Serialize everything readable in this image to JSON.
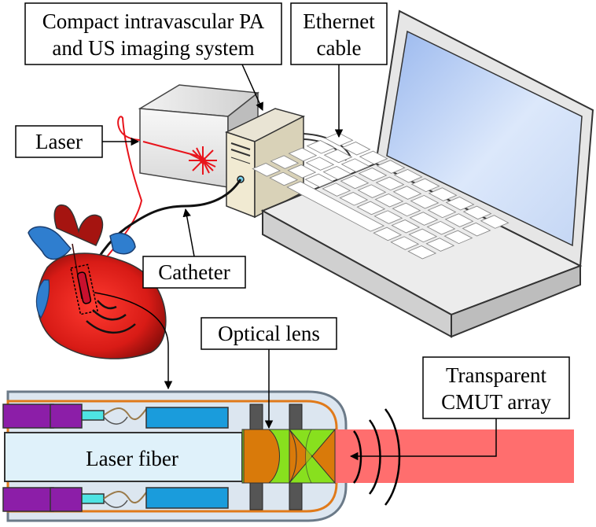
{
  "labels": {
    "system_line1": "Compact intravascular PA",
    "system_line2": "and US imaging system",
    "ethernet_line1": "Ethernet",
    "ethernet_line2": "cable",
    "laser": "Laser",
    "catheter": "Catheter",
    "optical_lens": "Optical lens",
    "cmut_line1": "Transparent",
    "cmut_line2": "CMUT array",
    "laser_fiber": "Laser fiber"
  },
  "colors": {
    "laser_red": "#e8141c",
    "beam": "#ff6e6e",
    "lens_orange": "#d97a0a",
    "lens_green": "#88e01e",
    "electronics_blue": "#1a9cdc",
    "connector_purple": "#8c1ea8",
    "connector_cyan": "#4ee3e3",
    "housing_gray": "#d8e2ec",
    "housing_orange": "#e07a1a",
    "heart_red": "#d81b16",
    "vessel_blue": "#2f7ecf"
  },
  "icons": [
    "laser-device",
    "computer-tower",
    "laptop",
    "heart",
    "catheter-probe"
  ]
}
